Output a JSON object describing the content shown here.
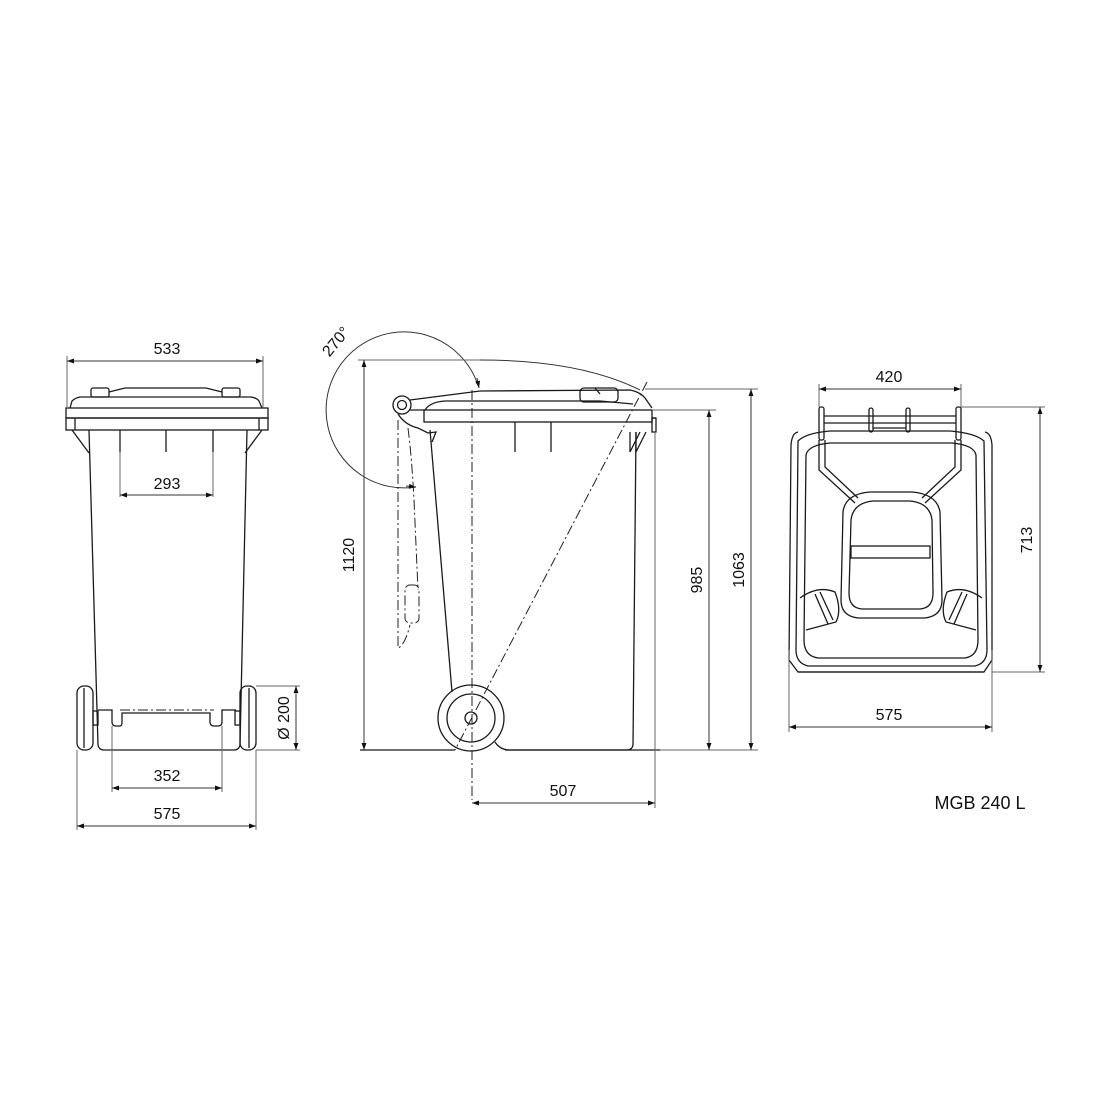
{
  "drawing": {
    "title": "MGB 240 L",
    "views": {
      "front": {
        "dimensions": {
          "top_width": "533",
          "inner_width": "293",
          "base_width": "352",
          "overall_width": "575",
          "wheel_diameter": "Ø 200"
        }
      },
      "side": {
        "dimensions": {
          "lid_angle": "270°",
          "total_height_open": "1120",
          "body_height": "985",
          "total_height": "1063",
          "depth": "507"
        }
      },
      "top": {
        "dimensions": {
          "hinge_width": "420",
          "overall_width": "575",
          "depth": "713"
        }
      }
    }
  }
}
